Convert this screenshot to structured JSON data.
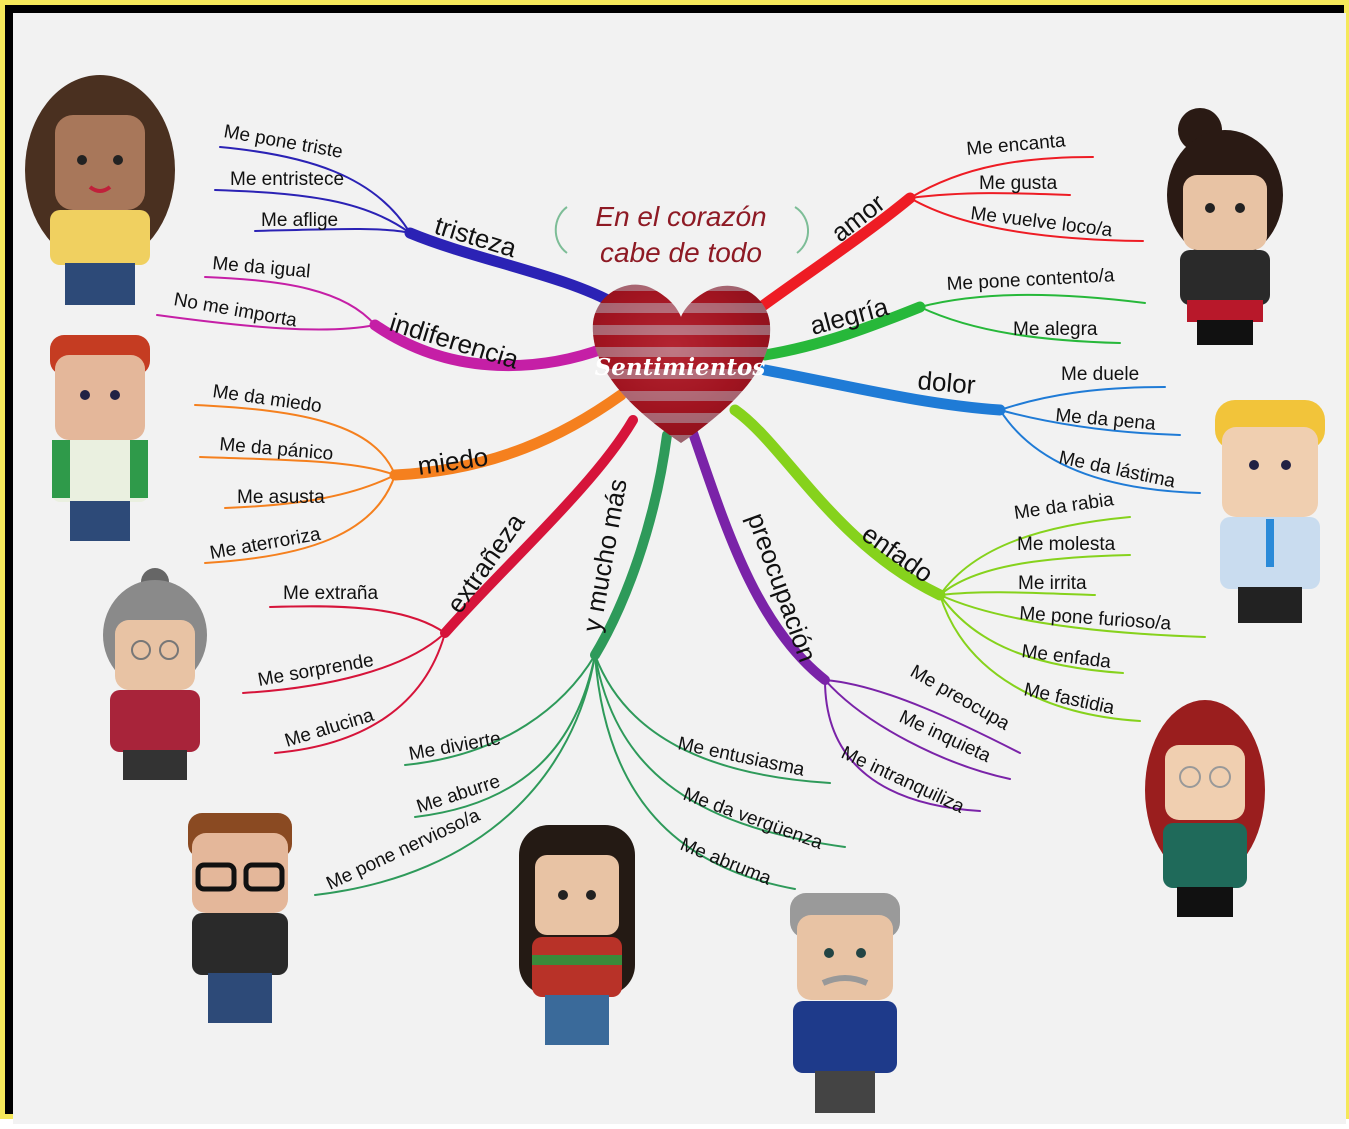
{
  "title": {
    "line1": "En el corazón",
    "line2": "cabe de todo"
  },
  "center": "Sentimientos",
  "branches": [
    {
      "label": "tristeza",
      "color": "#2b22b5",
      "leaves": [
        "Me pone triste",
        "Me entristece",
        "Me aflige"
      ]
    },
    {
      "label": "indiferencia",
      "color": "#c51fa6",
      "leaves": [
        "Me da igual",
        "No me importa"
      ]
    },
    {
      "label": "miedo",
      "color": "#f5801e",
      "leaves": [
        "Me da miedo",
        "Me da pánico",
        "Me asusta",
        "Me aterroriza"
      ]
    },
    {
      "label": "extrañeza",
      "color": "#d6143a",
      "leaves": [
        "Me extraña",
        "Me sorprende",
        "Me alucina"
      ]
    },
    {
      "label": "y mucho más",
      "color": "#2e9a5a",
      "leaves": [
        "Me divierte",
        "Me aburre",
        "Me pone nervioso/a",
        "Me entusiasma",
        "Me da vergüenza",
        "Me abruma"
      ]
    },
    {
      "label": "preocupación",
      "color": "#7a23a8",
      "leaves": [
        "Me preocupa",
        "Me inquieta",
        "Me intranquiliza"
      ]
    },
    {
      "label": "enfado",
      "color": "#86d21c",
      "leaves": [
        "Me da rabia",
        "Me molesta",
        "Me irrita",
        "Me pone furioso/a",
        "Me enfada",
        "Me fastidia"
      ]
    },
    {
      "label": "dolor",
      "color": "#1f7bd6",
      "leaves": [
        "Me duele",
        "Me da pena",
        "Me da lástima"
      ]
    },
    {
      "label": "alegría",
      "color": "#27b83a",
      "leaves": [
        "Me pone contento/a",
        "Me alegra"
      ]
    },
    {
      "label": "amor",
      "color": "#ee1c24",
      "leaves": [
        "Me encanta",
        "Me gusta",
        "Me vuelve loco/a"
      ]
    }
  ]
}
